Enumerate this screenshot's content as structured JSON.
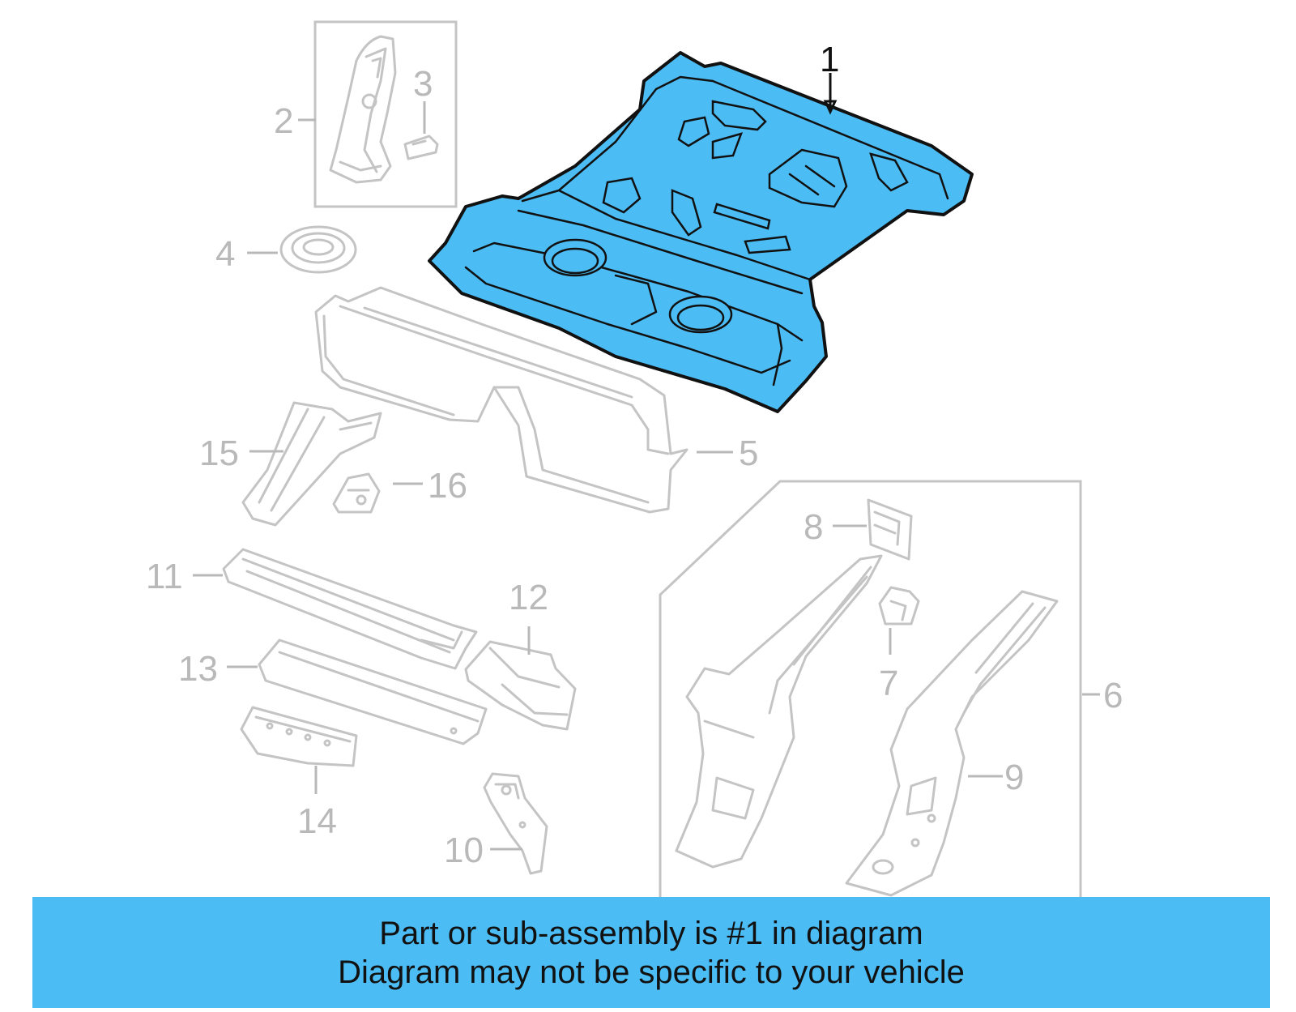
{
  "diagram": {
    "highlighted_part": "1",
    "highlight_color": "#4cbcf4",
    "ghost_color": "#c4c4c4",
    "callouts": {
      "c1": "1",
      "c2": "2",
      "c3": "3",
      "c4": "4",
      "c5": "5",
      "c6": "6",
      "c7": "7",
      "c8": "8",
      "c9": "9",
      "c10": "10",
      "c11": "11",
      "c12": "12",
      "c13": "13",
      "c14": "14",
      "c15": "15",
      "c16": "16"
    }
  },
  "banner": {
    "line1": "Part or sub-assembly is #1 in diagram",
    "line2": "Diagram may not be specific to your vehicle",
    "color": "#4cbcf4"
  }
}
